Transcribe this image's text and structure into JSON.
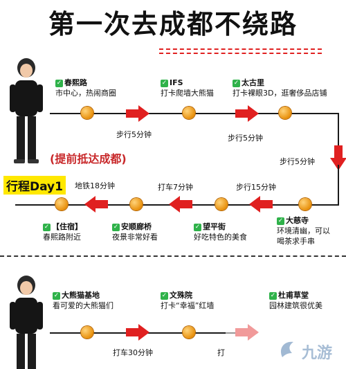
{
  "title": "第一次去成都不绕路",
  "note": "(提前抵达成都)",
  "day_label": "行程Day1",
  "row1": [
    {
      "name": "春熙路",
      "desc": "市中心，热闹商圈"
    },
    {
      "name": "IFS",
      "desc": "打卡爬墙大熊猫"
    },
    {
      "name": "太古里",
      "desc": "打卡裸眼3D，逛奢侈品店铺"
    }
  ],
  "row1_steps": [
    "步行5分钟",
    "步行5分钟"
  ],
  "down_step": "步行5分钟",
  "row2": [
    {
      "name": "【住宿】",
      "desc": "春熙路附近"
    },
    {
      "name": "安顺廊桥",
      "desc": "夜景非常好看"
    },
    {
      "name": "望平街",
      "desc": "好吃特色的美食"
    },
    {
      "name": "大慈寺",
      "desc": "环境清幽，可以",
      "desc2": "喝茶求手串"
    }
  ],
  "row2_steps": [
    "地铁18分钟",
    "打车7分钟",
    "步行15分钟"
  ],
  "row3": [
    {
      "name": "大熊猫基地",
      "desc": "看可爱的大熊猫们"
    },
    {
      "name": "文殊院",
      "desc": "打卡“幸福”红墙"
    },
    {
      "name": "杜甫草堂",
      "desc": "园林建筑很优美"
    }
  ],
  "row3_steps": [
    "打车30分钟",
    "打"
  ],
  "watermark": "九游",
  "colors": {
    "red": "#e02020",
    "green": "#2fb24a",
    "orange": "#f09a16",
    "highlight": "#ffe800"
  }
}
